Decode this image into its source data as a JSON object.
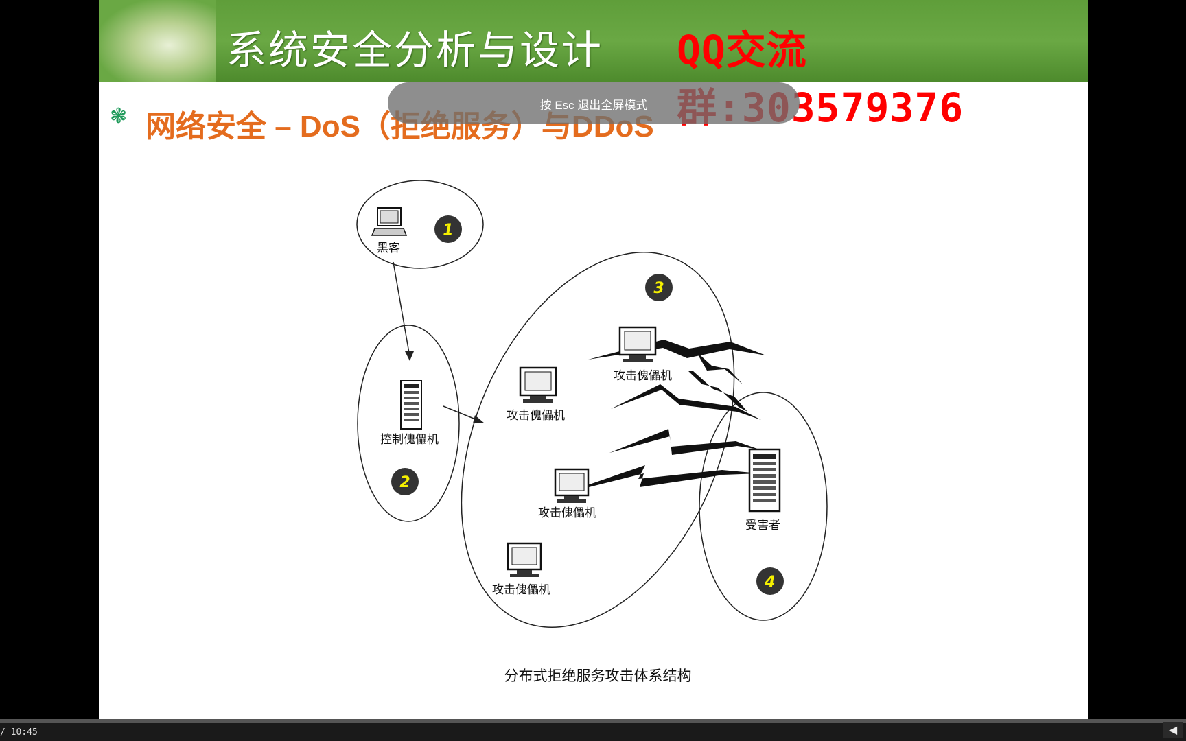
{
  "slide": {
    "title": "系统安全分析与设计",
    "qq_group": "QQ交流群:303579376",
    "heading": "网络安全 – DoS（拒绝服务）与DDoS",
    "heading_bullet": "❃"
  },
  "overlay": {
    "esc_hint": "按 Esc 退出全屏模式"
  },
  "diagram": {
    "caption": "分布式拒绝服务攻击体系结构",
    "nodes": {
      "hacker": "黑客",
      "controller": "控制傀儡机",
      "zombie": "攻击傀儡机",
      "victim": "受害者"
    },
    "badges": [
      "1",
      "2",
      "3",
      "4"
    ]
  },
  "player": {
    "time": "/ 10:45",
    "volume_icon": "volume-icon"
  }
}
